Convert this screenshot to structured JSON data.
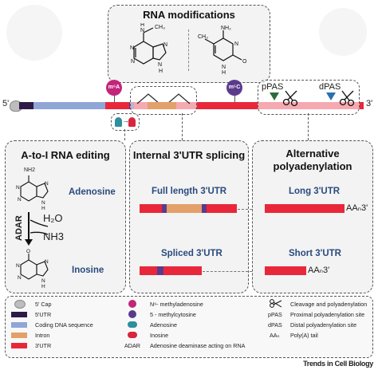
{
  "modifications": {
    "title": "RNA modifications",
    "m6a_badge": "m⁶A",
    "m5c_badge": "m⁵C"
  },
  "transcript": {
    "five_prime": "5'",
    "three_prime": "3'",
    "ppas": "pPAS",
    "dpas": "dPAS"
  },
  "panels": {
    "editing": {
      "title": "A-to-I RNA editing",
      "adenosine": "Adenosine",
      "inosine": "Inosine",
      "adar": "ADAR",
      "h2o": "H₂O",
      "nh3": "NH3",
      "nh2_label": "NH2"
    },
    "splicing": {
      "title": "Internal 3'UTR splicing",
      "full_length": "Full length 3'UTR",
      "spliced": "Spliced 3'UTR"
    },
    "polyadenylation": {
      "title_line1": "Alternative",
      "title_line2": "polyadenylation",
      "long": "Long 3'UTR",
      "short": "Short 3'UTR",
      "tail_long": "AAₙ3'",
      "tail_short": "AAₙ3'"
    }
  },
  "legend": {
    "cap": "5' Cap",
    "utr5": "5'UTR",
    "cds": "Coding DNA sequence",
    "intron": "Intron",
    "utr3": "3'UTR",
    "m6a": "N⁶- methyladenosine",
    "m5c": "5 - methylcytosine",
    "adenosine": "Adenosine",
    "inosine": "Inosine",
    "adar_key": "ADAR",
    "adar": "Adenosine deaminase acting on RNA",
    "cleavage": "Cleavage and polyadenylation",
    "ppas_key": "pPAS",
    "ppas": "Proximal polyadenylation site",
    "dpas_key": "dPAS",
    "dpas": "Distal polyadenylation site",
    "aan_key": "AAₙ",
    "aan": "Poly(A) tail"
  },
  "footer": "Trends in Cell Biology",
  "colors": {
    "utr3_red": "#e8283a",
    "utr5_purple": "#2e1a47",
    "cds_blue": "#8fa6d6",
    "intron_orange": "#e3a06a",
    "m6a_pink": "#c2257a",
    "m5c_purple": "#5b3a8c",
    "pas_green": "#2d6b3a",
    "pas_blue": "#2a6fb0",
    "label_blue": "#2a4a7f"
  }
}
